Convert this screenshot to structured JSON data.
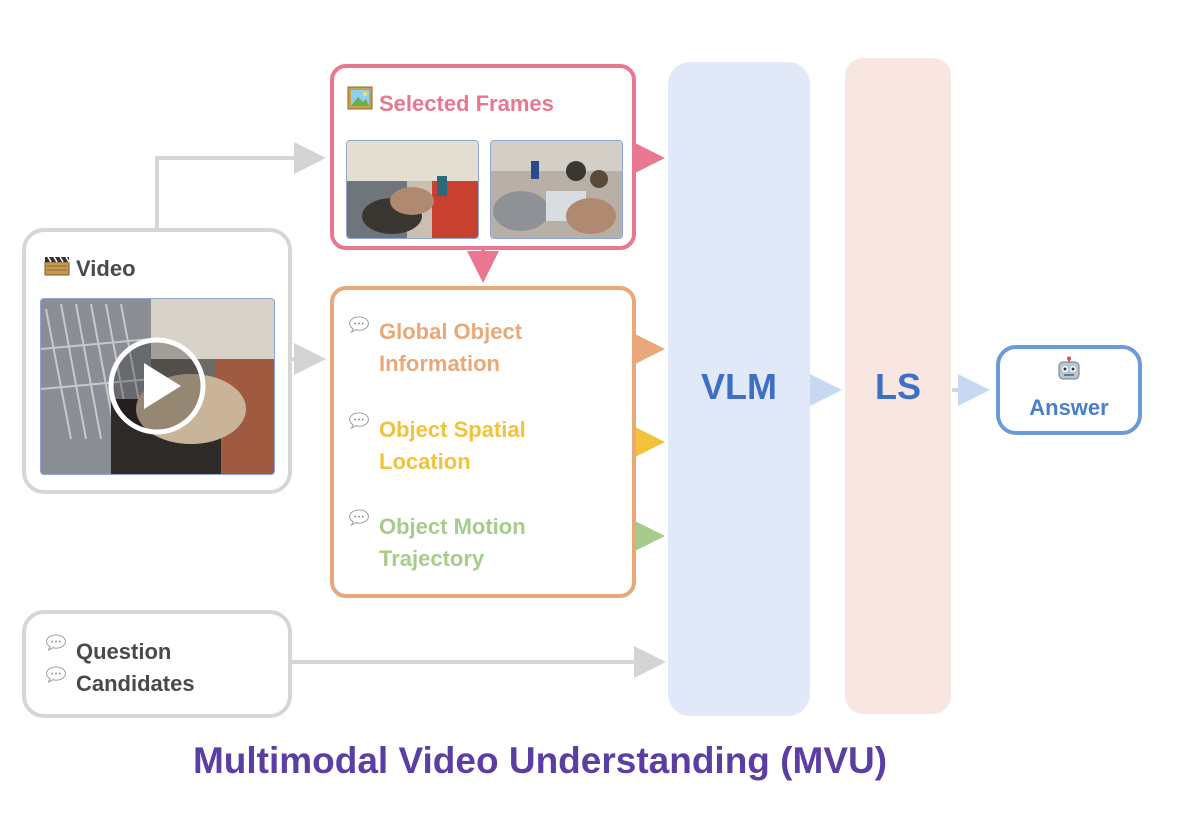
{
  "video": {
    "label": "Video",
    "icon": "film-icon"
  },
  "selected_frames": {
    "label": "Selected Frames",
    "icon": "picture-icon"
  },
  "object_info": {
    "global": "Global Object\nInformation",
    "spatial": "Object Spatial\nLocation",
    "motion": "Object Motion\nTrajectory"
  },
  "inputs": {
    "question": "Question",
    "candidates": "Candidates"
  },
  "vlm": {
    "label": "VLM"
  },
  "ls": {
    "label": "LS"
  },
  "answer": {
    "label": "Answer",
    "icon": "robot-icon"
  },
  "title": "Multimodal Video Understanding (MVU)",
  "colors": {
    "gray": "#d6d6d6",
    "pink": "#e8778f",
    "orange": "#e8a878",
    "yellow": "#f2c23a",
    "green": "#a6cc8c",
    "blue": "#4a7fc8",
    "vlm_bg": "#e1e9f8",
    "ls_bg": "#f8e6e1",
    "title": "#5b3ea3"
  }
}
